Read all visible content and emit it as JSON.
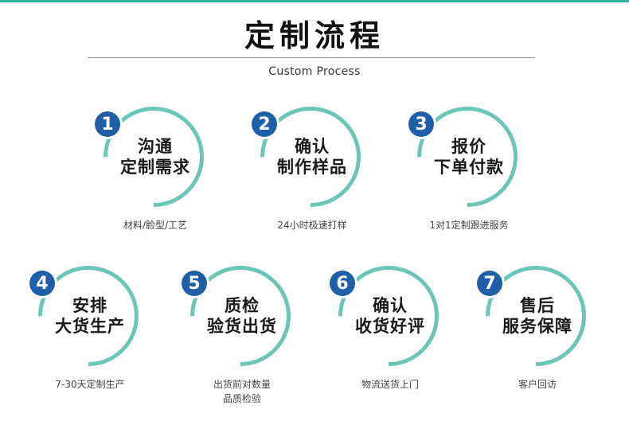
{
  "header": {
    "title": "定制流程",
    "subtitle": "Custom Process"
  },
  "colors": {
    "ring": "#6cc6b8",
    "badge": "#1e5fa8",
    "stripe": "#2db59c"
  },
  "steps": [
    {
      "number": "1",
      "title_line1": "沟通",
      "title_line2": "定制需求",
      "caption_line1": "材料/脸型/工艺",
      "caption_line2": ""
    },
    {
      "number": "2",
      "title_line1": "确认",
      "title_line2": "制作样品",
      "caption_line1": "24小时极速打样",
      "caption_line2": ""
    },
    {
      "number": "3",
      "title_line1": "报价",
      "title_line2": "下单付款",
      "caption_line1": "1对1定制跟进服务",
      "caption_line2": ""
    },
    {
      "number": "4",
      "title_line1": "安排",
      "title_line2": "大货生产",
      "caption_line1": "7-30天定制生产",
      "caption_line2": ""
    },
    {
      "number": "5",
      "title_line1": "质检",
      "title_line2": "验货出货",
      "caption_line1": "出货前对数量",
      "caption_line2": "品质检验"
    },
    {
      "number": "6",
      "title_line1": "确认",
      "title_line2": "收货好评",
      "caption_line1": "物流送货上门",
      "caption_line2": ""
    },
    {
      "number": "7",
      "title_line1": "售后",
      "title_line2": "服务保障",
      "caption_line1": "客户回访",
      "caption_line2": ""
    }
  ]
}
